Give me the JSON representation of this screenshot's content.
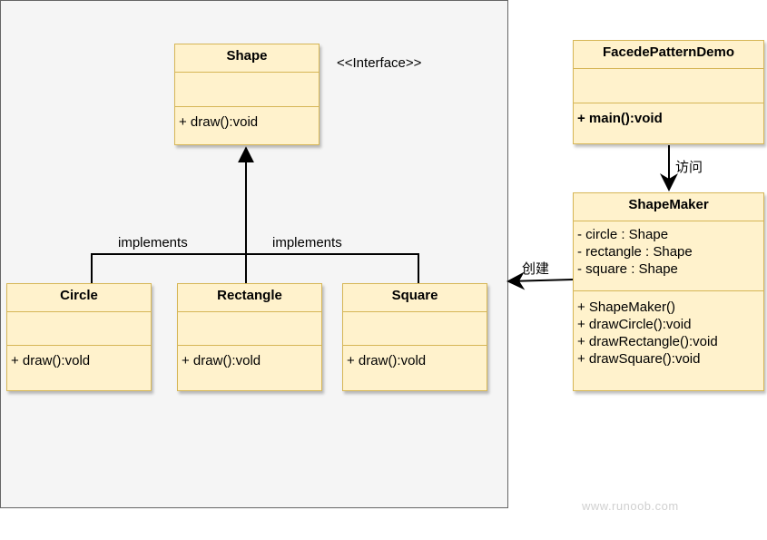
{
  "classes": {
    "shape": {
      "name": "Shape",
      "ops": [
        "+ draw():void"
      ]
    },
    "circle": {
      "name": "Circle",
      "ops": [
        "+ draw():vold"
      ]
    },
    "rectangle": {
      "name": "Rectangle",
      "ops": [
        "+ draw():vold"
      ]
    },
    "square": {
      "name": "Square",
      "ops": [
        "+ draw():vold"
      ]
    },
    "facade_demo": {
      "name": "FacedePatternDemo",
      "ops": [
        "+ main():void"
      ]
    },
    "shape_maker": {
      "name": "ShapeMaker",
      "attrs": [
        "- circle : Shape",
        "- rectangle : Shape",
        "- square : Shape"
      ],
      "ops": [
        "+ ShapeMaker()",
        "+ drawCircle():void",
        "+ drawRectangle():void",
        "+ drawSquare():void"
      ]
    }
  },
  "labels": {
    "interface": "<<Interface>>",
    "implements_left": "implements",
    "implements_right": "implements",
    "visit": "访问",
    "create": "创建"
  },
  "watermark": "www.runoob.com",
  "colors": {
    "class_fill": "#fff2cc",
    "class_border": "#d6b656",
    "panel_fill": "#f5f5f5",
    "panel_border": "#666666",
    "edge": "#000000",
    "watermark": "#d0d0d0"
  }
}
